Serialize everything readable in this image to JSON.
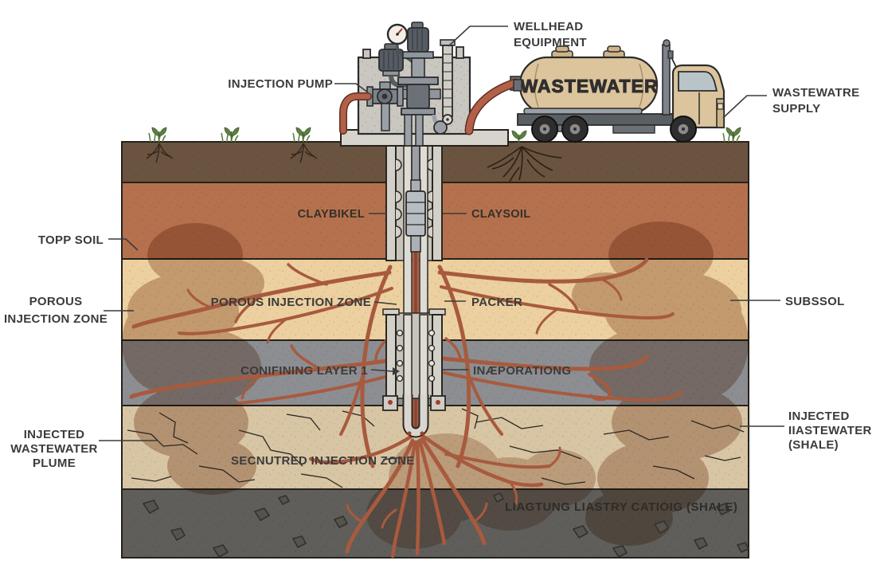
{
  "labels": {
    "injection_pump": "INJECTION PUMP",
    "wellhead_equipment": [
      "WELLHEAD",
      "EQUIPMENT"
    ],
    "tank_text": "WASTEWATER",
    "wastewater_supply": [
      "WASTEWATRE",
      "SUPPLY"
    ],
    "top_soil": "TOPP SOIL",
    "porous_zone_left": [
      "POROUS",
      "INJECTION ZONE"
    ],
    "injected_plume": [
      "INJECTED",
      "WASTEWATER",
      "PLUME"
    ],
    "subsoil": "SUBSSOL",
    "injected_shale": [
      "INJECTED",
      "IIASTEWATER",
      "(SHALE)"
    ],
    "clay_left": "CLAYBIKEL",
    "clay_right": "CLAYSOIL",
    "porous_zone_center": "POROUS INJECTION ZONE",
    "packer": "PACKER",
    "confining_layer": "CONIFINING LAYER 1",
    "perforations": "INÆPORATIONG",
    "secured_zone": "SECNUTRED INJECTION ZONE",
    "shale_caption": "LIAGTUNG LIASTRY CATIOIG (SHALE)"
  },
  "layers": [
    {
      "name": "topsoil",
      "color": "#6a5440"
    },
    {
      "name": "clay-subsoil",
      "color": "#b5714e"
    },
    {
      "name": "porous-injection-zone",
      "color": "#ecd09f"
    },
    {
      "name": "confining-layer",
      "color": "#8c8e92"
    },
    {
      "name": "secured-injection-zone",
      "color": "#d8c5a4"
    },
    {
      "name": "shale-basement",
      "color": "#5f5e5a"
    }
  ],
  "colors": {
    "background": "#ffffff",
    "plume": "#96603f",
    "wastewater_flow": "#a85a3e",
    "truck_body": "#dcc49c",
    "hose": "#b2604a",
    "concrete": "#c9c7c0",
    "metal": "#8e959c",
    "metal_dark": "#565c63",
    "label_text": "#3b3b3b"
  }
}
